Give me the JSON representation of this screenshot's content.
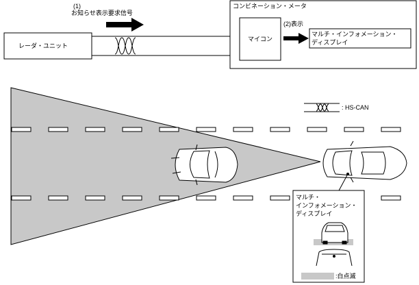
{
  "signal_label_num": "(1)",
  "signal_label": "お知らせ表示要求信号",
  "radar_unit": "レーダ・ユニット",
  "combination_meter": "コンビネーション・メータ",
  "microcomputer": "マイコン",
  "display_label": "(2)表示",
  "mid_box_line1": "マルチ・インフォメーション・",
  "mid_box_line2": "ディスプレイ",
  "legend_hscan": ": HS-CAN",
  "callout_line1": "マルチ・",
  "callout_line2": "インフォメーション・",
  "callout_line3": "ディスプレイ",
  "legend_blink": ":白点滅",
  "colors": {
    "cone": "#c8c8c8",
    "blink": "#c8c8c8",
    "line": "#000000"
  },
  "icons": [
    "arrow-right-icon",
    "twisted-pair-icon",
    "car-top-view-icon",
    "car-rear-view-icon"
  ]
}
